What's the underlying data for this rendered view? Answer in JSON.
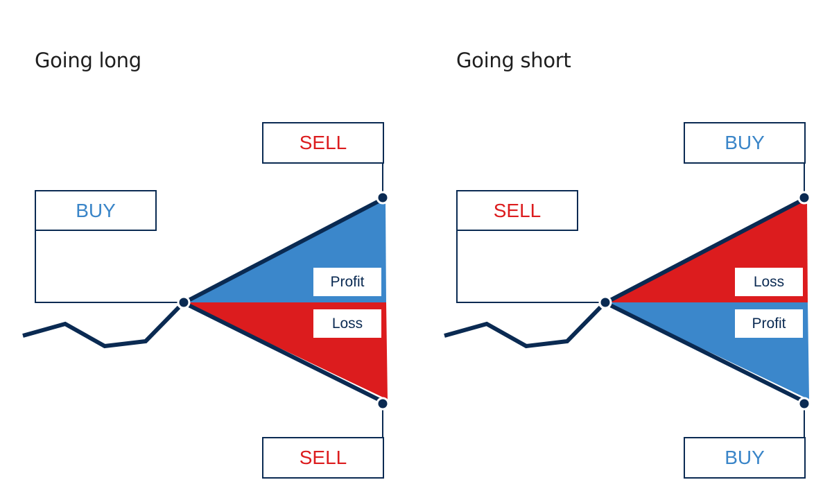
{
  "colors": {
    "navy": "#0a2a52",
    "profit_blue": "#3b87cb",
    "loss_red": "#dc1c1e"
  },
  "panels": [
    {
      "title": "Going long",
      "entry_label": "BUY",
      "exit_top_label": "SELL",
      "exit_bottom_label": "SELL",
      "upper_region_label": "Profit",
      "lower_region_label": "Loss",
      "upper_region_color": "#3b87cb",
      "lower_region_color": "#dc1c1e"
    },
    {
      "title": "Going short",
      "entry_label": "SELL",
      "exit_top_label": "BUY",
      "exit_bottom_label": "BUY",
      "upper_region_label": "Loss",
      "lower_region_label": "Profit",
      "upper_region_color": "#dc1c1e",
      "lower_region_color": "#3b87cb"
    }
  ]
}
